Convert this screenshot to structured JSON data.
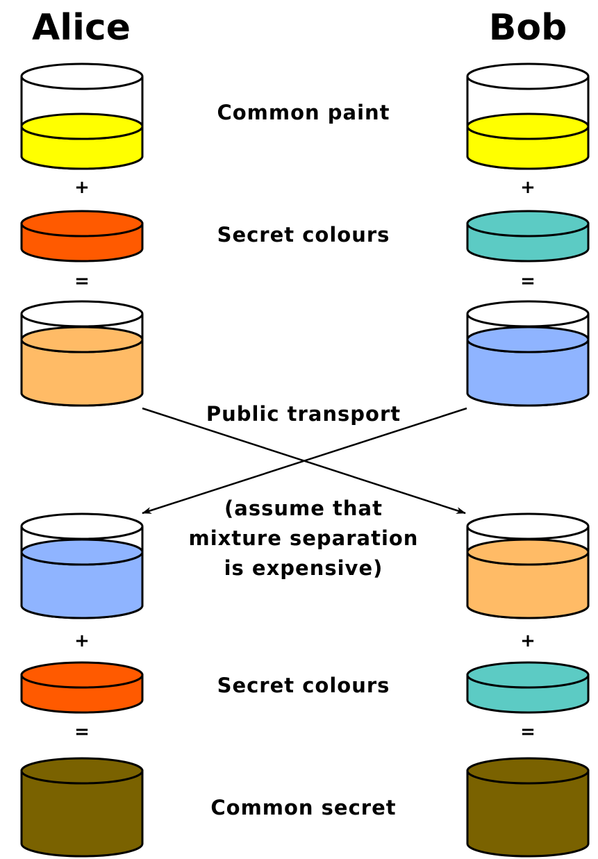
{
  "participants": {
    "left": "Alice",
    "right": "Bob"
  },
  "captions": {
    "common_paint": "Common paint",
    "secret_colours_1": "Secret colours",
    "public_transport": "Public transport",
    "assumption_line1": "(assume that",
    "assumption_line2": "mixture separation",
    "assumption_line3": "is expensive)",
    "secret_colours_2": "Secret colours",
    "common_secret": "Common secret"
  },
  "operators": {
    "plus": "+",
    "equals": "="
  },
  "colors": {
    "common_paint": "#ffff00",
    "alice_secret": "#ff5a00",
    "bob_secret": "#5ccbc4",
    "alice_mixture": "#ffbb66",
    "bob_mixture": "#8fb4ff",
    "common_secret": "#7a6200",
    "outline": "#000000"
  }
}
